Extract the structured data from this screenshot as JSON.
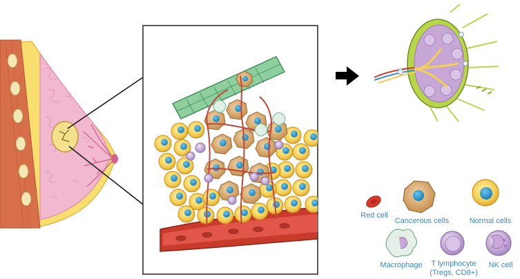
{
  "legend": {
    "red_cell": "Red cell",
    "cancerous_cells": "Cancerous cells",
    "normal_cells": "Normal cells",
    "macrophage": "Macrophage",
    "t_lymphocyte": "T lymphocyte",
    "t_lymphocyte_sub": "(Tregs, CD8+)",
    "nk_cell": "NK cell"
  },
  "colors": {
    "label_text": "#3f86c6",
    "breast_tissue": "#f2b8cf",
    "fat_layer": "#f7de6f",
    "muscle": "#d76f4b",
    "normal_cell_body": "#f4cf55",
    "normal_cell_nucleus": "#2f9ad0",
    "cancer_cell_body": "#d7a86b",
    "vessel_red": "#c83b2b",
    "lymph_green": "#b9d64a",
    "lymph_purple": "#c7a7d6",
    "arrow": "#000000"
  }
}
